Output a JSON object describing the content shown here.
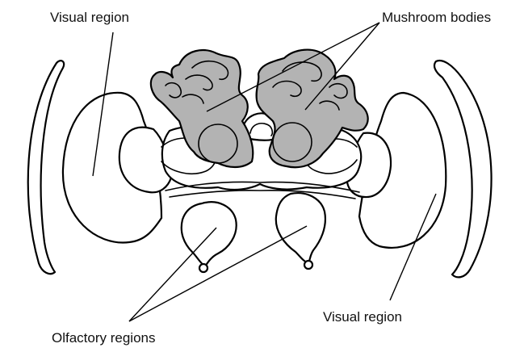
{
  "labels": {
    "visual_region_top_left": "Visual region",
    "mushroom_bodies": "Mushroom bodies",
    "visual_region_bottom_right": "Visual region",
    "olfactory_regions": "Olfactory regions"
  },
  "colors": {
    "mushroom_body_fill": "#b3b3b3",
    "outline": "#000000",
    "background": "#ffffff"
  }
}
